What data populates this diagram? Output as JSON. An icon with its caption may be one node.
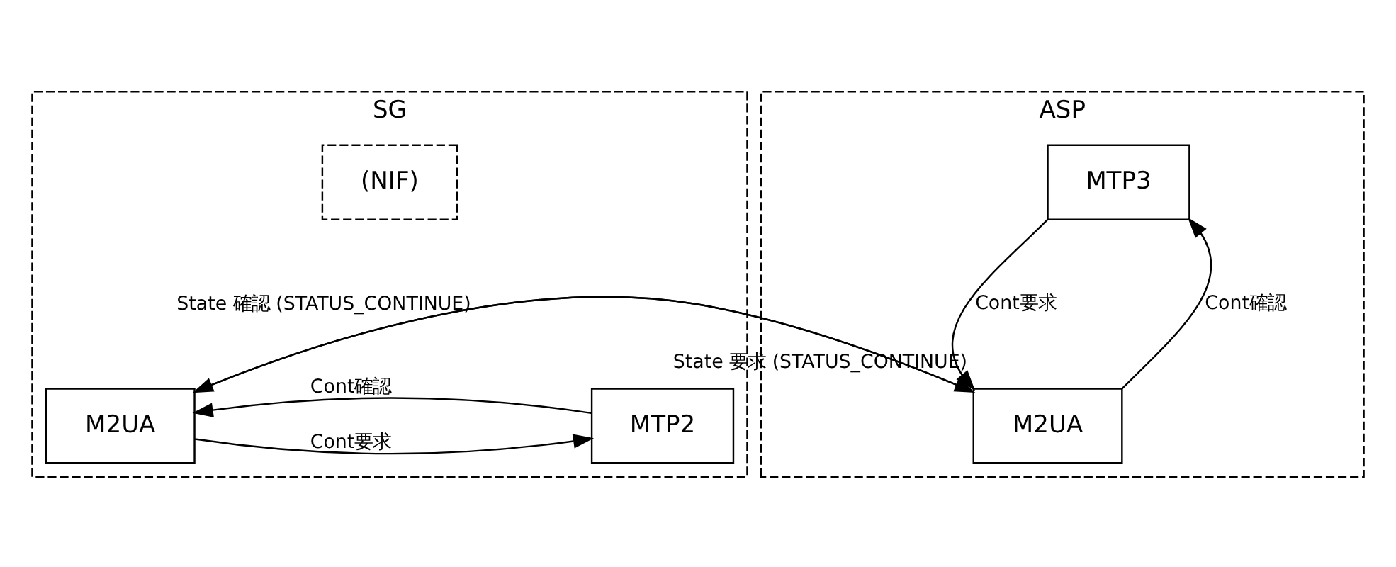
{
  "diagram": {
    "nodes": [
      {
        "text": [
          "SG"
        ]
      },
      {
        "text": [
          "(NIF)"
        ],
        "in": 0
      },
      {
        "text": [
          "MTP2"
        ],
        "in": 0
      },
      {
        "text": [
          "M2UA"
        ],
        "in": 0
      },
      {
        "text": [
          "ASP"
        ]
      },
      {
        "text": [
          "MTP3"
        ],
        "in": 4
      },
      {
        "text": [
          "M2UA"
        ],
        "in": 4
      }
    ],
    "edges": [
      {
        "from": 3,
        "to": 2,
        "arrow": "to",
        "label": "Cont要求"
      },
      {
        "from": 2,
        "to": 3,
        "arrow": "to",
        "label": "Cont確認"
      },
      {
        "from": 6,
        "to": 3,
        "arrow": "to",
        "label": "State 要求 (STATUS_CONTINUE)"
      },
      {
        "from": 3,
        "to": 6,
        "arrow": "to",
        "label": "State 確認 (STATUS_CONTINUE)"
      },
      {
        "from": 5,
        "to": 6,
        "arrow": "to",
        "label": "Cont要求"
      },
      {
        "from": 6,
        "to": 5,
        "arrow": "to",
        "label": "Cont確認"
      }
    ]
  }
}
